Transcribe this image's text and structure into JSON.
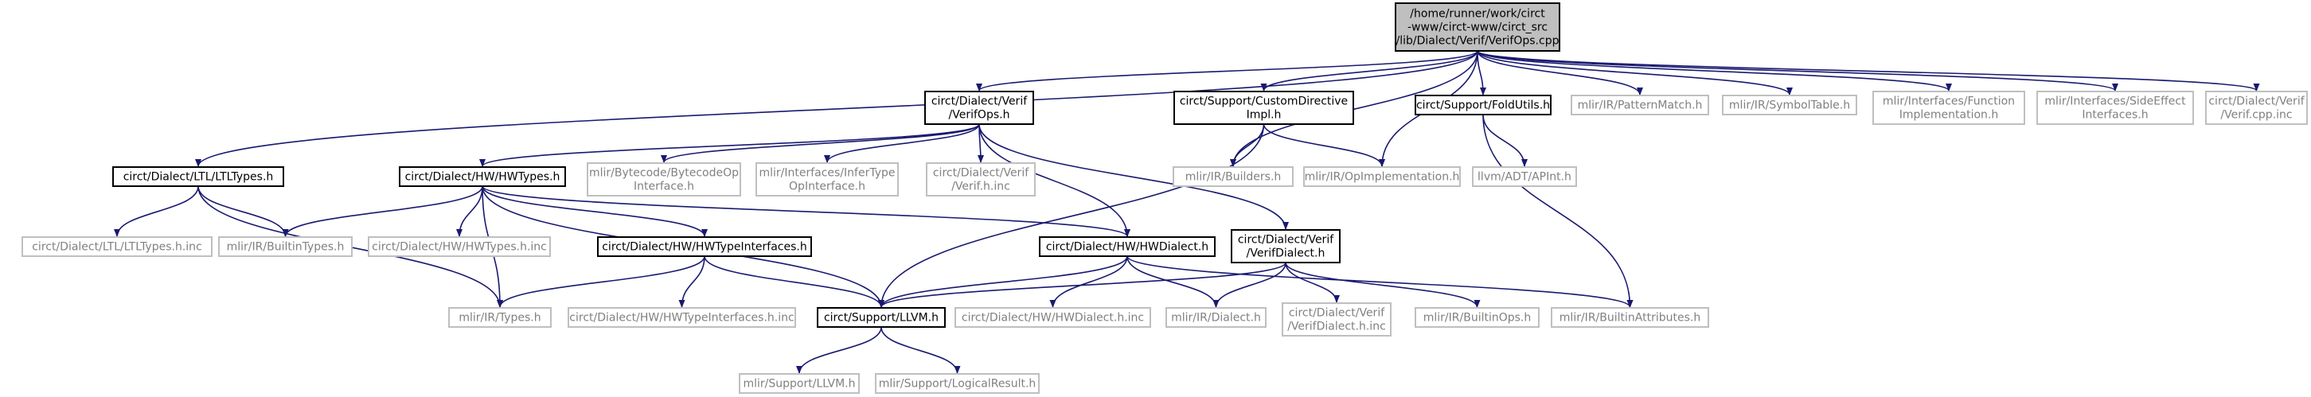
{
  "diagram": {
    "colors": {
      "edge": "#191970",
      "root_fill": "#bfbfbf",
      "documented_border": "#000000",
      "external_border": "#bfbfbf",
      "documented_text": "#000000",
      "external_text": "#808080"
    },
    "nodes": [
      {
        "id": "root",
        "lines": [
          "/home/runner/work/circt",
          "-www/circt-www/circt_src",
          "/lib/Dialect/Verif/VerifOps.cpp"
        ],
        "kind": "root"
      },
      {
        "id": "verifops_h",
        "lines": [
          "circt/Dialect/Verif",
          "/VerifOps.h"
        ],
        "kind": "doc"
      },
      {
        "id": "custom_directive",
        "lines": [
          "circt/Support/CustomDirective",
          "Impl.h"
        ],
        "kind": "doc"
      },
      {
        "id": "foldutils",
        "lines": [
          "circt/Support/FoldUtils.h"
        ],
        "kind": "doc"
      },
      {
        "id": "patternmatch",
        "lines": [
          "mlir/IR/PatternMatch.h"
        ],
        "kind": "ext"
      },
      {
        "id": "symboltable",
        "lines": [
          "mlir/IR/SymbolTable.h"
        ],
        "kind": "ext"
      },
      {
        "id": "function_impl",
        "lines": [
          "mlir/Interfaces/Function",
          "Implementation.h"
        ],
        "kind": "ext"
      },
      {
        "id": "side_effect",
        "lines": [
          "mlir/Interfaces/SideEffect",
          "Interfaces.h"
        ],
        "kind": "ext"
      },
      {
        "id": "verif_cpp_inc",
        "lines": [
          "circt/Dialect/Verif",
          "/Verif.cpp.inc"
        ],
        "kind": "ext"
      },
      {
        "id": "ltltypes_h",
        "lines": [
          "circt/Dialect/LTL/LTLTypes.h"
        ],
        "kind": "doc"
      },
      {
        "id": "hwtypes_h",
        "lines": [
          "circt/Dialect/HW/HWTypes.h"
        ],
        "kind": "doc"
      },
      {
        "id": "bytecode",
        "lines": [
          "mlir/Bytecode/BytecodeOp",
          "Interface.h"
        ],
        "kind": "ext"
      },
      {
        "id": "infertype",
        "lines": [
          "mlir/Interfaces/InferType",
          "OpInterface.h"
        ],
        "kind": "ext"
      },
      {
        "id": "verif_h_inc",
        "lines": [
          "circt/Dialect/Verif",
          "/Verif.h.inc"
        ],
        "kind": "ext"
      },
      {
        "id": "builders",
        "lines": [
          "mlir/IR/Builders.h"
        ],
        "kind": "ext"
      },
      {
        "id": "opimpl",
        "lines": [
          "mlir/IR/OpImplementation.h"
        ],
        "kind": "ext"
      },
      {
        "id": "apint",
        "lines": [
          "llvm/ADT/APInt.h"
        ],
        "kind": "ext"
      },
      {
        "id": "ltltypes_inc",
        "lines": [
          "circt/Dialect/LTL/LTLTypes.h.inc"
        ],
        "kind": "ext"
      },
      {
        "id": "builtintypes",
        "lines": [
          "mlir/IR/BuiltinTypes.h"
        ],
        "kind": "ext"
      },
      {
        "id": "hwtypes_inc",
        "lines": [
          "circt/Dialect/HW/HWTypes.h.inc"
        ],
        "kind": "ext"
      },
      {
        "id": "hwtypeinterfaces_h",
        "lines": [
          "circt/Dialect/HW/HWTypeInterfaces.h"
        ],
        "kind": "doc"
      },
      {
        "id": "hwdialect_h",
        "lines": [
          "circt/Dialect/HW/HWDialect.h"
        ],
        "kind": "doc"
      },
      {
        "id": "verifdialect_h",
        "lines": [
          "circt/Dialect/Verif",
          "/VerifDialect.h"
        ],
        "kind": "doc"
      },
      {
        "id": "types_h",
        "lines": [
          "mlir/IR/Types.h"
        ],
        "kind": "ext"
      },
      {
        "id": "hwtypeinterfaces_inc",
        "lines": [
          "circt/Dialect/HW/HWTypeInterfaces.h.inc"
        ],
        "kind": "ext"
      },
      {
        "id": "llvm_h",
        "lines": [
          "circt/Support/LLVM.h"
        ],
        "kind": "doc"
      },
      {
        "id": "hwdialect_inc",
        "lines": [
          "circt/Dialect/HW/HWDialect.h.inc"
        ],
        "kind": "ext"
      },
      {
        "id": "dialect_h",
        "lines": [
          "mlir/IR/Dialect.h"
        ],
        "kind": "ext"
      },
      {
        "id": "verifdialect_inc",
        "lines": [
          "circt/Dialect/Verif",
          "/VerifDialect.h.inc"
        ],
        "kind": "ext"
      },
      {
        "id": "builtinops",
        "lines": [
          "mlir/IR/BuiltinOps.h"
        ],
        "kind": "ext"
      },
      {
        "id": "builtinattrs",
        "lines": [
          "mlir/IR/BuiltinAttributes.h"
        ],
        "kind": "ext"
      },
      {
        "id": "mlir_llvm_h",
        "lines": [
          "mlir/Support/LLVM.h"
        ],
        "kind": "ext"
      },
      {
        "id": "logicalresult",
        "lines": [
          "mlir/Support/LogicalResult.h"
        ],
        "kind": "ext"
      }
    ],
    "edges": [
      [
        "root",
        "verifops_h"
      ],
      [
        "root",
        "custom_directive"
      ],
      [
        "root",
        "foldutils"
      ],
      [
        "root",
        "patternmatch"
      ],
      [
        "root",
        "symboltable"
      ],
      [
        "root",
        "function_impl"
      ],
      [
        "root",
        "side_effect"
      ],
      [
        "root",
        "verif_cpp_inc"
      ],
      [
        "root",
        "ltltypes_h"
      ],
      [
        "root",
        "builders"
      ],
      [
        "root",
        "opimpl"
      ],
      [
        "verifops_h",
        "hwtypes_h"
      ],
      [
        "verifops_h",
        "bytecode"
      ],
      [
        "verifops_h",
        "infertype"
      ],
      [
        "verifops_h",
        "verif_h_inc"
      ],
      [
        "verifops_h",
        "hwdialect_h"
      ],
      [
        "verifops_h",
        "verifdialect_h"
      ],
      [
        "custom_directive",
        "builders"
      ],
      [
        "custom_directive",
        "opimpl"
      ],
      [
        "custom_directive",
        "llvm_h"
      ],
      [
        "foldutils",
        "apint"
      ],
      [
        "foldutils",
        "builtinattrs"
      ],
      [
        "ltltypes_h",
        "ltltypes_inc"
      ],
      [
        "ltltypes_h",
        "builtintypes"
      ],
      [
        "ltltypes_h",
        "types_h"
      ],
      [
        "hwtypes_h",
        "builtintypes"
      ],
      [
        "hwtypes_h",
        "hwtypes_inc"
      ],
      [
        "hwtypes_h",
        "hwtypeinterfaces_h"
      ],
      [
        "hwtypes_h",
        "hwdialect_h"
      ],
      [
        "hwtypes_h",
        "types_h"
      ],
      [
        "hwtypes_h",
        "llvm_h"
      ],
      [
        "hwtypeinterfaces_h",
        "types_h"
      ],
      [
        "hwtypeinterfaces_h",
        "hwtypeinterfaces_inc"
      ],
      [
        "hwtypeinterfaces_h",
        "llvm_h"
      ],
      [
        "hwdialect_h",
        "llvm_h"
      ],
      [
        "hwdialect_h",
        "hwdialect_inc"
      ],
      [
        "hwdialect_h",
        "dialect_h"
      ],
      [
        "hwdialect_h",
        "builtinattrs"
      ],
      [
        "verifdialect_h",
        "llvm_h"
      ],
      [
        "verifdialect_h",
        "dialect_h"
      ],
      [
        "verifdialect_h",
        "verifdialect_inc"
      ],
      [
        "verifdialect_h",
        "builtinops"
      ],
      [
        "llvm_h",
        "mlir_llvm_h"
      ],
      [
        "llvm_h",
        "logicalresult"
      ]
    ]
  }
}
